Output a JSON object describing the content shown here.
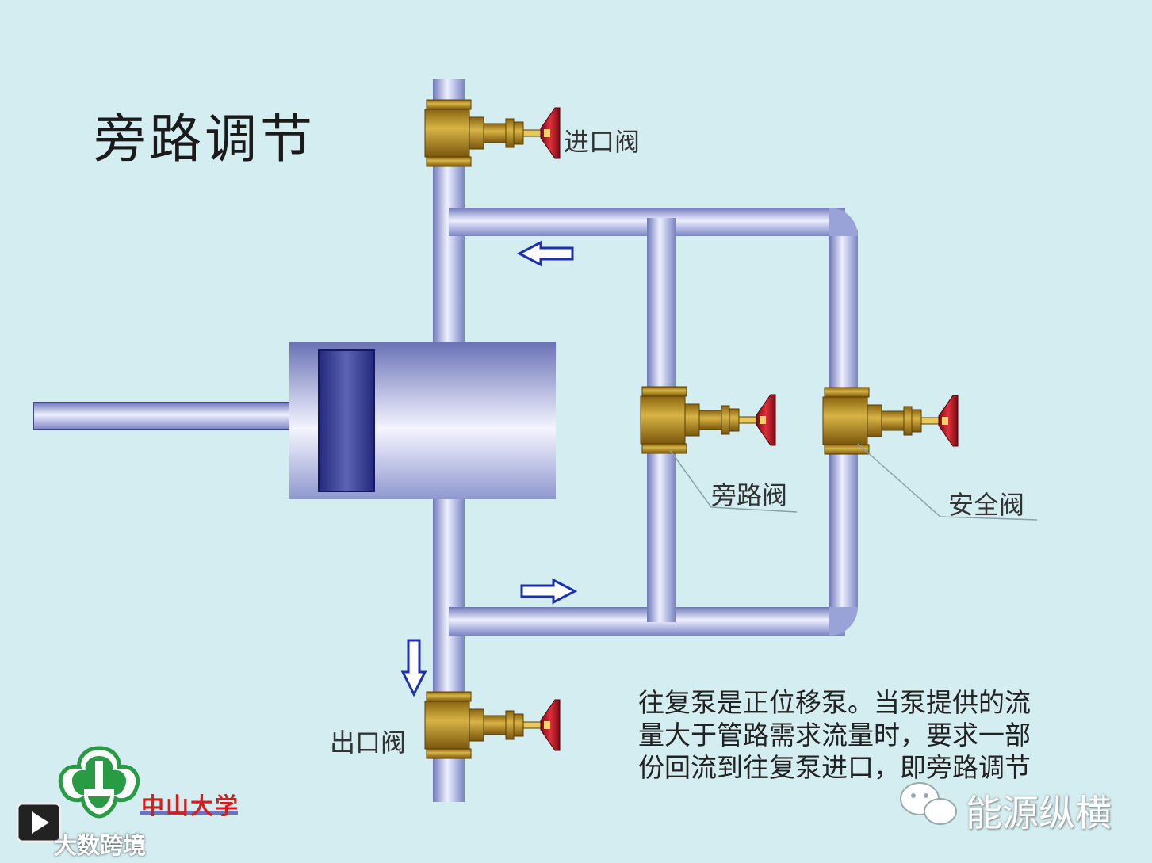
{
  "title": "旁路调节",
  "labels": {
    "inlet_valve": "进口阀",
    "outlet_valve": "出口阀",
    "bypass_valve": "旁路阀",
    "safety_valve": "安全阀"
  },
  "description": [
    "往复泵是正位移泵。当泵提供的流",
    "量大于管路需求流量时，要求一部",
    "份回流到往复泵进口，即旁路调节"
  ],
  "logo_text": "中山大学",
  "watermark": "能源纵横",
  "watermark2": "大数跨境",
  "colors": {
    "background": "#d3edf0",
    "pipe": "#a9b2e2",
    "valve_body": "#c9a332",
    "handwheel": "#c8102e",
    "arrow": "#1b2fb0"
  }
}
